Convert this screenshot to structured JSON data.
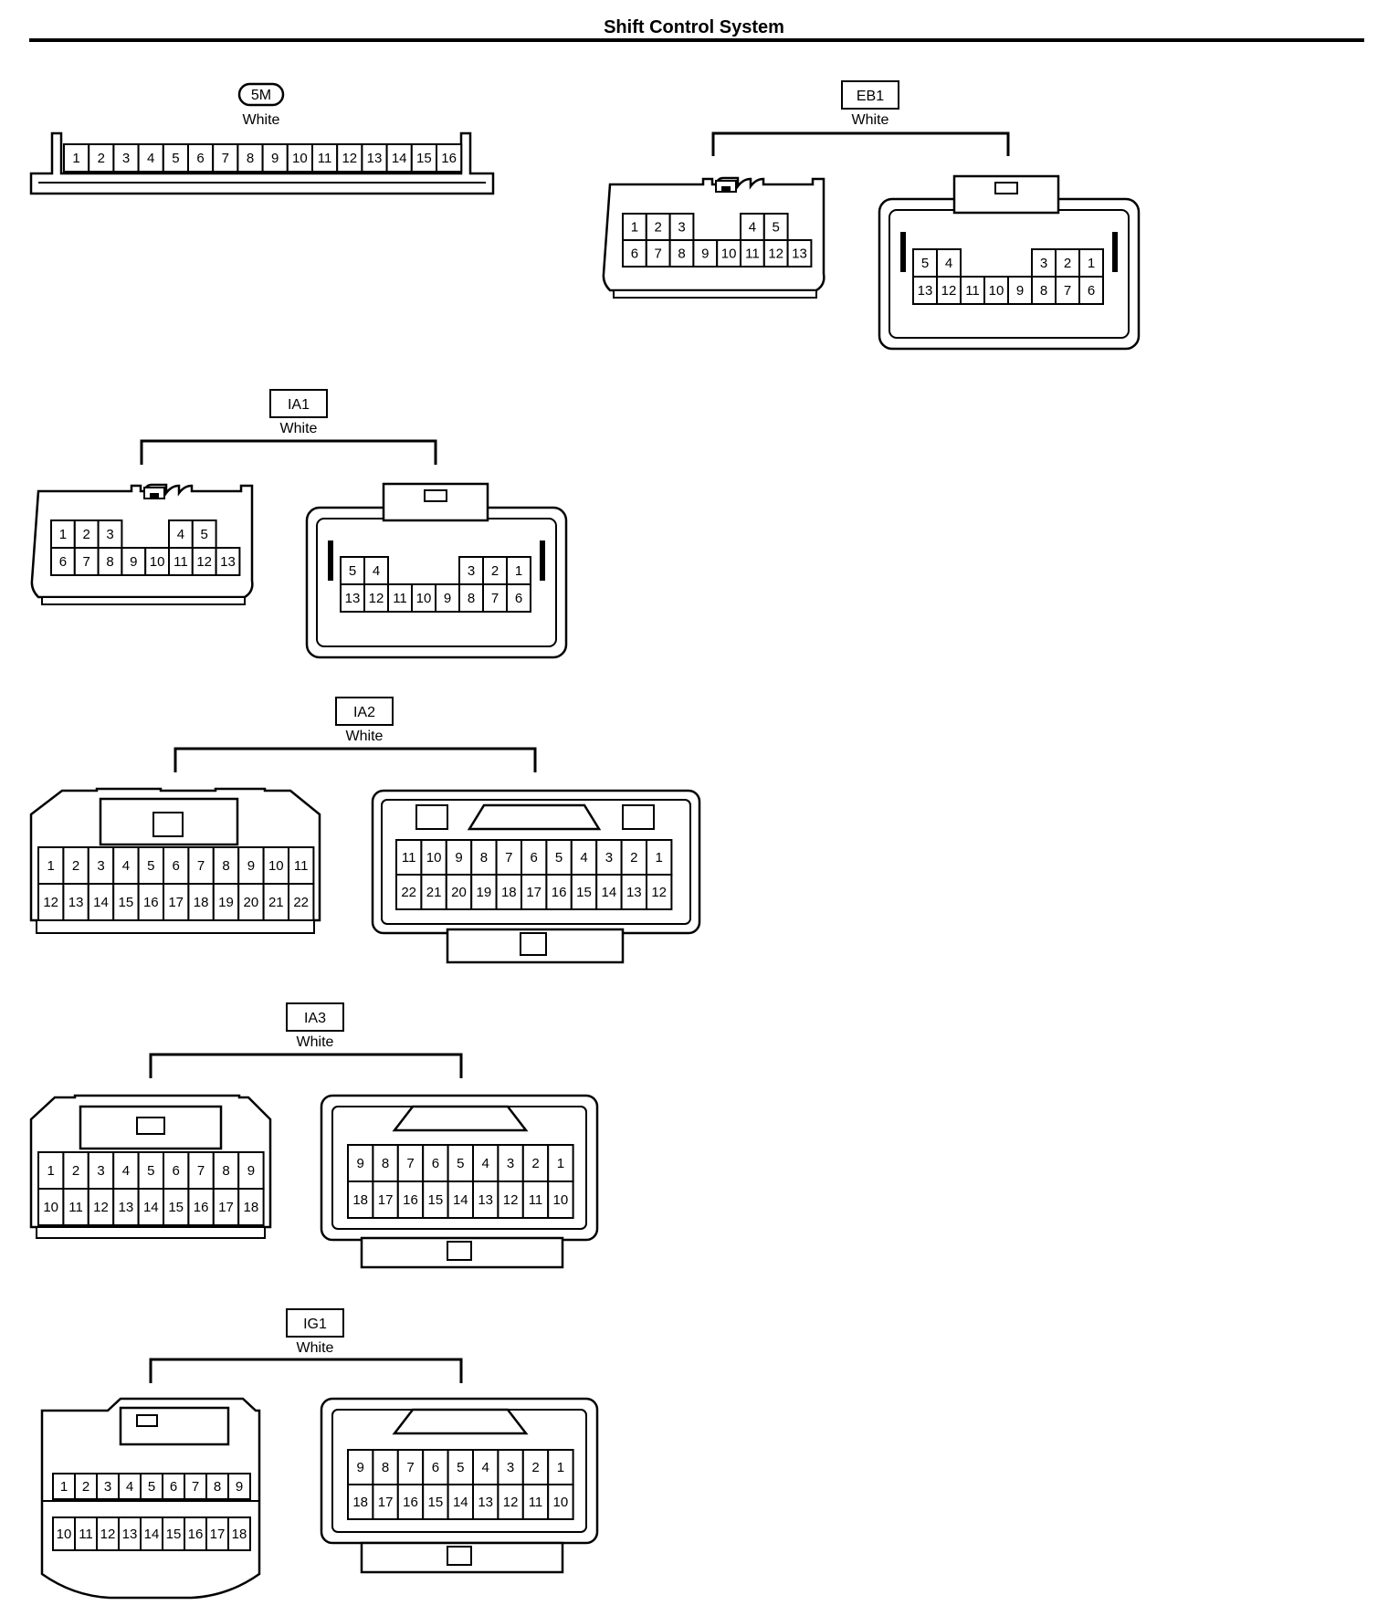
{
  "title": "Shift Control System",
  "connectors": {
    "c5m": {
      "code": "5M",
      "color": "White",
      "rows": [
        [
          "1",
          "2",
          "3",
          "4",
          "5",
          "6",
          "7",
          "8",
          "9",
          "10",
          "11",
          "12",
          "13",
          "14",
          "15",
          "16"
        ]
      ]
    },
    "eb1": {
      "code": "EB1",
      "color": "White",
      "male": {
        "rows": [
          [
            "1",
            "2",
            "3",
            "",
            "",
            "4",
            "5"
          ],
          [
            "6",
            "7",
            "8",
            "9",
            "10",
            "11",
            "12",
            "13"
          ]
        ]
      },
      "female": {
        "rows": [
          [
            "5",
            "4",
            "",
            "",
            "",
            "3",
            "2",
            "1"
          ],
          [
            "13",
            "12",
            "11",
            "10",
            "9",
            "8",
            "7",
            "6"
          ]
        ]
      }
    },
    "ia1": {
      "code": "IA1",
      "color": "White",
      "male": {
        "rows": [
          [
            "1",
            "2",
            "3",
            "",
            "",
            "4",
            "5"
          ],
          [
            "6",
            "7",
            "8",
            "9",
            "10",
            "11",
            "12",
            "13"
          ]
        ]
      },
      "female": {
        "rows": [
          [
            "5",
            "4",
            "",
            "",
            "",
            "3",
            "2",
            "1"
          ],
          [
            "13",
            "12",
            "11",
            "10",
            "9",
            "8",
            "7",
            "6"
          ]
        ]
      }
    },
    "ia2": {
      "code": "IA2",
      "color": "White",
      "male": {
        "rows": [
          [
            "1",
            "2",
            "3",
            "4",
            "5",
            "6",
            "7",
            "8",
            "9",
            "10",
            "11"
          ],
          [
            "12",
            "13",
            "14",
            "15",
            "16",
            "17",
            "18",
            "19",
            "20",
            "21",
            "22"
          ]
        ]
      },
      "female": {
        "rows": [
          [
            "11",
            "10",
            "9",
            "8",
            "7",
            "6",
            "5",
            "4",
            "3",
            "2",
            "1"
          ],
          [
            "22",
            "21",
            "20",
            "19",
            "18",
            "17",
            "16",
            "15",
            "14",
            "13",
            "12"
          ]
        ]
      }
    },
    "ia3": {
      "code": "IA3",
      "color": "White",
      "male": {
        "rows": [
          [
            "1",
            "2",
            "3",
            "4",
            "5",
            "6",
            "7",
            "8",
            "9"
          ],
          [
            "10",
            "11",
            "12",
            "13",
            "14",
            "15",
            "16",
            "17",
            "18"
          ]
        ]
      },
      "female": {
        "rows": [
          [
            "9",
            "8",
            "7",
            "6",
            "5",
            "4",
            "3",
            "2",
            "1"
          ],
          [
            "18",
            "17",
            "16",
            "15",
            "14",
            "13",
            "12",
            "11",
            "10"
          ]
        ]
      }
    },
    "ig1": {
      "code": "IG1",
      "color": "White",
      "male": {
        "rows": [
          [
            "1",
            "2",
            "3",
            "4",
            "5",
            "6",
            "7",
            "8",
            "9"
          ],
          [
            "10",
            "11",
            "12",
            "13",
            "14",
            "15",
            "16",
            "17",
            "18"
          ]
        ]
      },
      "female": {
        "rows": [
          [
            "9",
            "8",
            "7",
            "6",
            "5",
            "4",
            "3",
            "2",
            "1"
          ],
          [
            "18",
            "17",
            "16",
            "15",
            "14",
            "13",
            "12",
            "11",
            "10"
          ]
        ]
      }
    }
  }
}
